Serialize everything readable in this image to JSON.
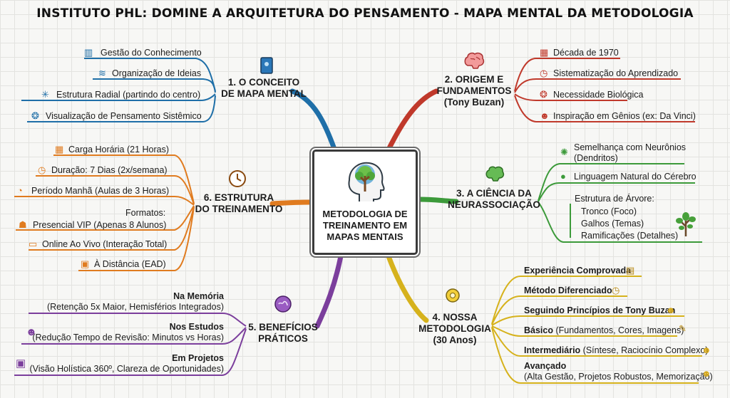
{
  "title": "INSTITUTO PHL: DOMINE A ARQUITETURA DO PENSAMENTO - MAPA MENTAL DA METODOLOGIA",
  "center": {
    "line1": "METODOLOGIA DE",
    "line2": "TREINAMENTO EM",
    "line3": "MAPAS MENTAIS",
    "icon": "head-tree-icon"
  },
  "colors": {
    "blue": "#1f6fa8",
    "red": "#c0392b",
    "green": "#3c9a3a",
    "yellow": "#d6b21c",
    "purple": "#7b3e9c",
    "orange": "#e07b1f"
  },
  "branches": {
    "b1": {
      "title1": "1. O CONCEITO",
      "title2": "DE MAPA MENTAL",
      "icon": "book-icon",
      "items": [
        "Gestão do Conhecimento",
        "Organização de Ideias",
        "Estrutura Radial (partindo do centro)",
        "Visualização de Pensamento Sistêmico"
      ],
      "item_icons": [
        "open-book-icon",
        "layers-icon",
        "radial-icon",
        "brain-icon"
      ]
    },
    "b2": {
      "title1": "2. ORIGEM E",
      "title2": "FUNDAMENTOS",
      "title3": "(Tony Buzan)",
      "icon": "brain-icon",
      "items": [
        "Década de 1970",
        "Sistematização do Aprendizado",
        "Necessidade Biológica",
        "Inspiração em Gênios (ex: Da Vinci)"
      ],
      "item_icons": [
        "calendar-icon",
        "clock-icon",
        "brain-icon",
        "head-icon"
      ]
    },
    "b3": {
      "title1": "3. A CIÊNCIA DA",
      "title2": "NEURASSOCIAÇÃO",
      "icon": "brain-icon",
      "item1a": "Semelhança com Neurônios",
      "item1b": "(Dendritos)",
      "item2": "Linguagem Natural do Cérebro",
      "item3": "Estrutura de Árvore:",
      "sub": [
        "Tronco (Foco)",
        "Galhos (Temas)",
        "Ramificações (Detalhes)"
      ],
      "item_icons": [
        "neuron-icon",
        "speech-bubble-icon",
        "tree-icon"
      ]
    },
    "b4": {
      "title1": "4. NOSSA",
      "title2": "METODOLOGIA",
      "title3": "(30 Anos)",
      "icon": "gear-head-icon",
      "exp": "Experiência Comprovada",
      "met": "Método Diferenciado",
      "seg": "Seguindo Princípios de Tony Buzan",
      "bas_b": "Básico",
      "bas_r": "(Fundamentos, Cores, Imagens)",
      "int_b": "Intermediário",
      "int_r": "(Síntese, Raciocínio Complexo)",
      "ava_b": "Avançado",
      "ava_r": "(Alta Gestão, Projetos Robustos, Memorização)",
      "item_icons": [
        "books-icon",
        "clock-icon",
        "head-icon",
        "pen-icon",
        "head-icon",
        "head-icon"
      ]
    },
    "b5": {
      "title1": "5. BENEFÍCIOS",
      "title2": "PRÁTICOS",
      "icon": "brain-icon",
      "m_b": "Na Memória",
      "m_r": "(Retenção 5x Maior, Hemisférios Integrados)",
      "e_b": "Nos Estudos",
      "e_r": "(Redução Tempo de Revisão: Minutos vs Horas)",
      "p_b": "Em Projetos",
      "p_r": "(Visão Holística 360º, Clareza de Oportunidades)",
      "item_icons": [
        "head-gear-icon",
        "project-icon"
      ]
    },
    "b6": {
      "title1": "6. ESTRUTURA",
      "title2": "DO TREINAMENTO",
      "icon": "clock-icon",
      "items": [
        "Carga Horária (21 Horas)",
        "Duração: 7 Dias (2x/semana)",
        "Período Manhã (Aulas de 3 Horas)"
      ],
      "formatos": "Formatos:",
      "formats": [
        "Presencial VIP (Apenas 8 Alunos)",
        "Online Ao Vivo (Interação Total)",
        "À Distância (EAD)"
      ],
      "item_icons": [
        "calendar-icon",
        "clock-icon",
        "alarm-icon",
        "people-icon",
        "laptop-icon",
        "monitor-icon"
      ]
    }
  }
}
